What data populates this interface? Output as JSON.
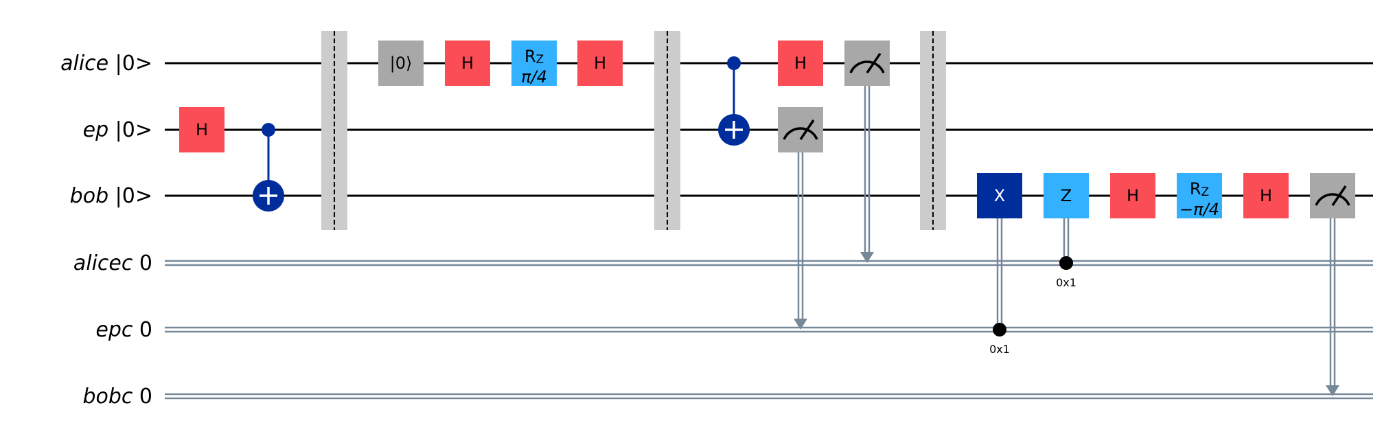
{
  "wires": [
    {
      "name": "alice",
      "init": "|0>",
      "type": "quantum"
    },
    {
      "name": "ep",
      "init": "|0>",
      "type": "quantum"
    },
    {
      "name": "bob",
      "init": "|0>",
      "type": "quantum"
    },
    {
      "name": "alicec",
      "init": "0",
      "type": "classical"
    },
    {
      "name": "epc",
      "init": "0",
      "type": "classical"
    },
    {
      "name": "bobc",
      "init": "0",
      "type": "classical"
    }
  ],
  "gates": [
    {
      "id": "h-ep",
      "label": "H",
      "wire": 1,
      "col": 0,
      "kind": "H"
    },
    {
      "id": "cx-1",
      "kind": "CX",
      "control": 1,
      "target": 2,
      "col": 1
    },
    {
      "id": "barrier-1",
      "kind": "barrier",
      "col": 2
    },
    {
      "id": "reset-alice",
      "label": "|0⟩",
      "wire": 0,
      "col": 3,
      "kind": "reset"
    },
    {
      "id": "h-alice-1",
      "label": "H",
      "wire": 0,
      "col": 4,
      "kind": "H"
    },
    {
      "id": "rz-alice",
      "label": "R",
      "sub": "Z",
      "param": "π/4",
      "wire": 0,
      "col": 5,
      "kind": "RZ"
    },
    {
      "id": "h-alice-2",
      "label": "H",
      "wire": 0,
      "col": 6,
      "kind": "H"
    },
    {
      "id": "barrier-2",
      "kind": "barrier",
      "col": 7
    },
    {
      "id": "cx-2",
      "kind": "CX",
      "control": 0,
      "target": 1,
      "col": 8
    },
    {
      "id": "h-alice-3",
      "label": "H",
      "wire": 0,
      "col": 9,
      "kind": "H"
    },
    {
      "id": "measure-ep",
      "kind": "measure",
      "wire": 1,
      "cbit": 4,
      "col": 9
    },
    {
      "id": "measure-alice",
      "kind": "measure",
      "wire": 0,
      "cbit": 3,
      "col": 10
    },
    {
      "id": "barrier-3",
      "kind": "barrier",
      "col": 11
    },
    {
      "id": "x-bob",
      "label": "X",
      "wire": 2,
      "col": 12,
      "kind": "X",
      "cond_wire": 4,
      "cond_label": "0x1"
    },
    {
      "id": "z-bob",
      "label": "Z",
      "wire": 2,
      "col": 13,
      "kind": "Z",
      "cond_wire": 3,
      "cond_label": "0x1"
    },
    {
      "id": "h-bob-1",
      "label": "H",
      "wire": 2,
      "col": 14,
      "kind": "H"
    },
    {
      "id": "rz-bob",
      "label": "R",
      "sub": "Z",
      "param": "−π/4",
      "wire": 2,
      "col": 15,
      "kind": "RZ"
    },
    {
      "id": "h-bob-2",
      "label": "H",
      "wire": 2,
      "col": 16,
      "kind": "H"
    },
    {
      "id": "measure-bob",
      "kind": "measure",
      "wire": 2,
      "cbit": 5,
      "col": 17
    }
  ],
  "colors": {
    "h_gate": "#fa4d56",
    "rz_gate": "#33b1ff",
    "z_gate": "#33b1ff",
    "x_gate": "#002d9c",
    "cx": "#002d9c",
    "reset": "#a8a8a8",
    "measure": "#a8a8a8",
    "barrier": "#cccccc",
    "classical_wire": "#778899",
    "quantum_wire": "#000000"
  }
}
